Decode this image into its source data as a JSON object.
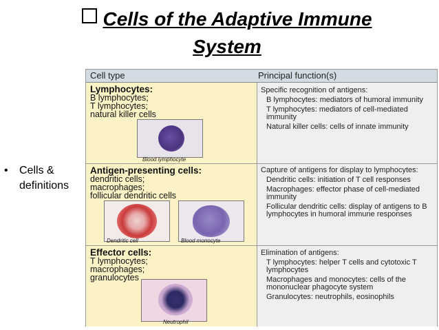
{
  "title": {
    "line1": "Cells of the Adaptive Immune",
    "line2": "System"
  },
  "bullet": {
    "text": "Cells & definitions"
  },
  "table": {
    "col1_header": "Cell type",
    "col2_header": "Principal function(s)",
    "rows": [
      {
        "heading": "Lymphocytes:",
        "types": [
          "B lymphocytes;",
          "T lymphocytes;",
          "natural killer cells"
        ],
        "function_title": "Specific recognition of antigens:",
        "functions": [
          "B lymphocytes: mediators of humoral immunity",
          "T lymphocytes: mediators of cell-mediated immunity",
          "Natural killer cells: cells of innate immunity"
        ],
        "captions": [
          "Blood lymphocyte"
        ]
      },
      {
        "heading": "Antigen-presenting cells:",
        "types": [
          "dendritic cells;",
          "macrophages;",
          "follicular dendritic cells"
        ],
        "function_title": "Capture of antigens for display to lymphocytes:",
        "functions": [
          "Dendritic cells: initiation of T cell responses",
          "Macrophages: effector phase of cell-mediated immunity",
          "Follicular dendritic cells: display of antigens to B lymphocytes in humoral immune responses"
        ],
        "captions": [
          "Dendritic cell",
          "Blood monocyte"
        ]
      },
      {
        "heading": "Effector cells:",
        "types": [
          "T lymphocytes;",
          "macrophages;",
          "granulocytes"
        ],
        "function_title": "Elimination of antigens:",
        "functions": [
          "T lymphocytes: helper T cells and cytotoxic T lymphocytes",
          "Macrophages and monocytes: cells of the mononuclear phagocyte system",
          "Granulocytes: neutrophils, eosinophils"
        ],
        "captions": [
          "Neutrophil"
        ]
      }
    ]
  }
}
